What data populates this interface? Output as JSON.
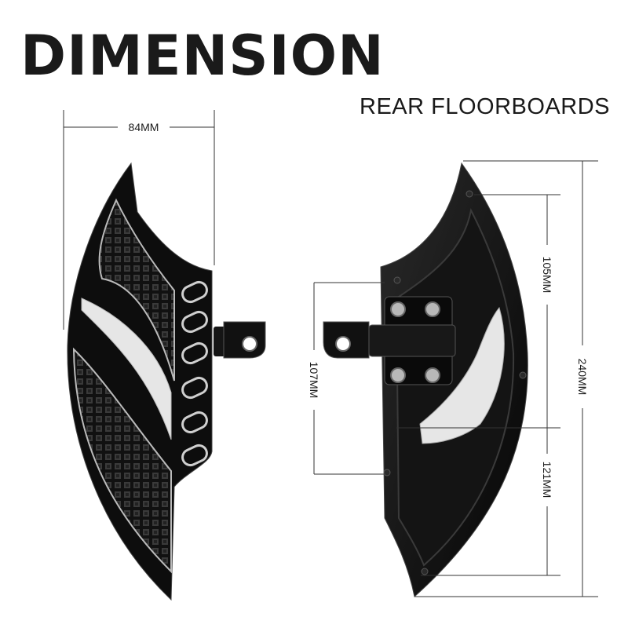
{
  "header": {
    "title": "DIMENSION",
    "subtitle": "REAR FLOORBOARDS"
  },
  "dimensions": {
    "width": "84MM",
    "upper_height": "105MM",
    "mount_height": "107MM",
    "total_height": "240MM",
    "lower_height": "121MM"
  },
  "colors": {
    "text": "#1a1a1a",
    "part_body": "#0d0d0d",
    "lines": "#333333",
    "diffuser": "#e6e6e6"
  }
}
